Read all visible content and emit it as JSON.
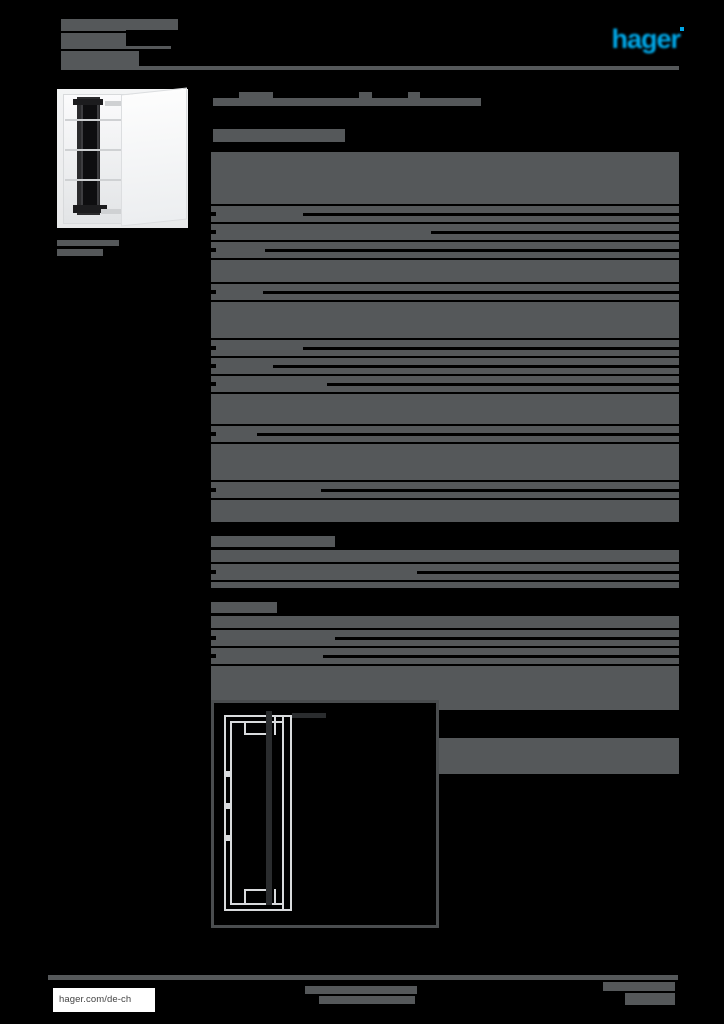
{
  "document": {
    "kind": "product-datasheet",
    "redacted": true,
    "background_color": "#000000",
    "redaction_color": "#55585a",
    "brand_color": "#00a7e7"
  },
  "header": {
    "title_lines": [
      "",
      "",
      ""
    ],
    "logo_text": "hager",
    "logo_trademark": "®"
  },
  "left_column": {
    "product_image_alt": "",
    "caption_lines": [
      "",
      ""
    ]
  },
  "main": {
    "heading": "",
    "subheading": "",
    "sections": [
      {
        "name": "technical-characteristics",
        "rows": [
          {
            "height": 52,
            "label_w": 0,
            "value_w": 0
          },
          {
            "height": 16,
            "label_w": 38,
            "value_w": 376
          },
          {
            "height": 16,
            "label_w": 126,
            "value_w": 248
          },
          {
            "height": 16,
            "label_w": 54,
            "value_w": 414
          },
          {
            "height": 22,
            "label_w": 0,
            "value_w": 0
          },
          {
            "height": 16,
            "label_w": 52,
            "value_w": 416
          },
          {
            "height": 36,
            "label_w": 0,
            "value_w": 0
          },
          {
            "height": 16,
            "label_w": 38,
            "value_w": 376
          },
          {
            "height": 16,
            "label_w": 62,
            "value_w": 406
          },
          {
            "height": 16,
            "label_w": 86,
            "value_w": 352
          },
          {
            "height": 30,
            "label_w": 0,
            "value_w": 0
          },
          {
            "height": 16,
            "label_w": 46,
            "value_w": 422
          },
          {
            "height": 36,
            "label_w": 0,
            "value_w": 0
          },
          {
            "height": 16,
            "label_w": 110,
            "value_w": 358
          },
          {
            "height": 22,
            "label_w": 0,
            "value_w": 0
          }
        ]
      },
      {
        "name": "connection",
        "heading": "",
        "rows": [
          {
            "height": 12,
            "label_w": 0,
            "value_w": 0
          },
          {
            "height": 16,
            "label_w": 86,
            "value_w": 262
          },
          {
            "height": 6,
            "label_w": 0,
            "value_w": 0
          }
        ]
      },
      {
        "name": "mounting",
        "heading": "",
        "rows": [
          {
            "height": 12,
            "label_w": 0,
            "value_w": 0
          },
          {
            "height": 16,
            "label_w": 110,
            "value_w": 344
          },
          {
            "height": 16,
            "label_w": 76,
            "value_w": 356
          },
          {
            "height": 44,
            "label_w": 0,
            "value_w": 0
          }
        ]
      },
      {
        "name": "notes",
        "heading": "",
        "rows": [
          {
            "height": 36,
            "label_w": 0,
            "value_w": 0
          }
        ]
      }
    ],
    "diagram": {
      "title": "",
      "caption": "",
      "type": "cabinet-cross-section-line-drawing"
    }
  },
  "footer": {
    "url": "hager.com/de-ch",
    "center_lines": [
      "",
      ""
    ],
    "right_lines": [
      "",
      ""
    ]
  }
}
